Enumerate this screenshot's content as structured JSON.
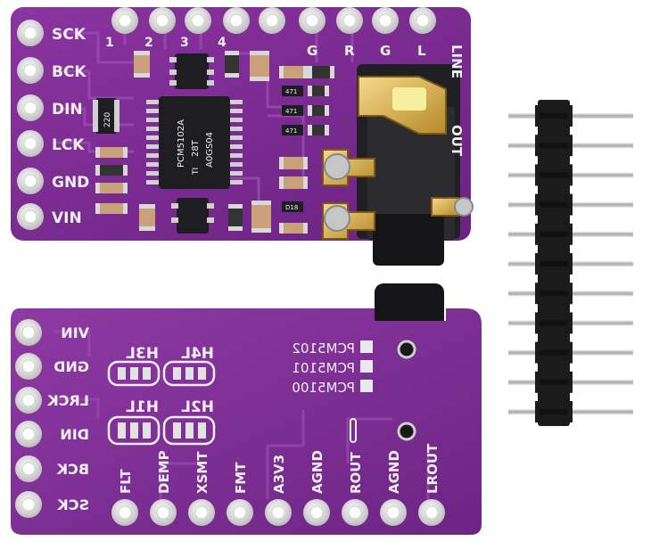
{
  "top_board": {
    "left_pins": [
      "SCK",
      "BCK",
      "DIN",
      "LCK",
      "GND",
      "VIN"
    ],
    "top_numbers": [
      "1",
      "2",
      "3",
      "4"
    ],
    "top_letters": [
      "G",
      "R",
      "G",
      "L"
    ],
    "right_labels": [
      "LINE",
      "OUT"
    ],
    "chip_text": [
      "PCM5102A",
      "28T",
      "A0GS04"
    ],
    "chip_logo": "TI",
    "resistor_top": "220",
    "resistor_small": [
      "471",
      "471",
      "471",
      "D18"
    ]
  },
  "bottom_board": {
    "left_pins": [
      "VIN",
      "GND",
      "LRCK",
      "DIN",
      "BCK",
      "SCK"
    ],
    "jumper_labels": [
      "H4L",
      "H3L",
      "H2L",
      "H1L"
    ],
    "variants": [
      "PCM5102",
      "PCM5101",
      "PCM5100"
    ],
    "bottom_pins": [
      "FLT",
      "DEMP",
      "XSMT",
      "FMT",
      "A3V3",
      "AGND",
      "ROUT",
      "AGND",
      "LROUT"
    ]
  },
  "colors": {
    "pcb": "#7a2a8c",
    "pcb_dark": "#5e1c70",
    "silk": "#f4eef7",
    "pad": "#d9d9d9",
    "header_plastic": "#1b1b1b",
    "pin_metal": "#c9c9c9"
  },
  "header_pin_count": 11
}
